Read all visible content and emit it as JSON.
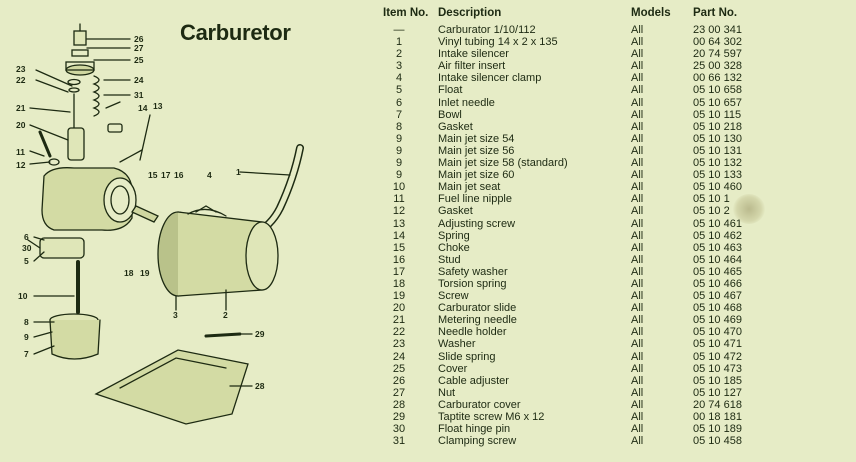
{
  "title": "Carburetor",
  "headers": {
    "item": "Item No.",
    "desc": "Description",
    "models": "Models",
    "part": "Part No."
  },
  "rows": [
    {
      "item": "—",
      "desc": "Carburator 1/10/112",
      "models": "All",
      "part": "23 00 341"
    },
    {
      "item": "1",
      "desc": "Vinyl tubing 14 x 2 x 135",
      "models": "All",
      "part": "00 64 302"
    },
    {
      "item": "2",
      "desc": "Intake silencer",
      "models": "All",
      "part": "20 74 597"
    },
    {
      "item": "3",
      "desc": "Air filter insert",
      "models": "All",
      "part": "25 00 328"
    },
    {
      "item": "4",
      "desc": "Intake silencer clamp",
      "models": "All",
      "part": "00 66 132"
    },
    {
      "item": "5",
      "desc": "Float",
      "models": "All",
      "part": "05 10 658"
    },
    {
      "item": "6",
      "desc": "Inlet needle",
      "models": "All",
      "part": "05 10 657"
    },
    {
      "item": "7",
      "desc": "Bowl",
      "models": "All",
      "part": "05 10 115"
    },
    {
      "item": "8",
      "desc": "Gasket",
      "models": "All",
      "part": "05 10 218"
    },
    {
      "item": "9",
      "desc": "Main jet size 54",
      "models": "All",
      "part": "05 10 130"
    },
    {
      "item": "9",
      "desc": "Main jet size 56",
      "models": "All",
      "part": "05 10 131"
    },
    {
      "item": "9",
      "desc": "Main jet size 58 (standard)",
      "models": "All",
      "part": "05 10 132"
    },
    {
      "item": "9",
      "desc": "Main jet size 60",
      "models": "All",
      "part": "05 10 133"
    },
    {
      "item": "10",
      "desc": "Main jet seat",
      "models": "All",
      "part": "05 10 460"
    },
    {
      "item": "11",
      "desc": "Fuel line nipple",
      "models": "All",
      "part": "05 10 1"
    },
    {
      "item": "12",
      "desc": "Gasket",
      "models": "All",
      "part": "05 10 2"
    },
    {
      "item": "13",
      "desc": "Adjusting screw",
      "models": "All",
      "part": "05 10 461"
    },
    {
      "item": "14",
      "desc": "Spring",
      "models": "All",
      "part": "05 10 462"
    },
    {
      "item": "15",
      "desc": "Choke",
      "models": "All",
      "part": "05 10 463"
    },
    {
      "item": "16",
      "desc": "Stud",
      "models": "All",
      "part": "05 10 464"
    },
    {
      "item": "17",
      "desc": "Safety washer",
      "models": "All",
      "part": "05 10 465"
    },
    {
      "item": "18",
      "desc": "Torsion spring",
      "models": "All",
      "part": "05 10 466"
    },
    {
      "item": "19",
      "desc": "Screw",
      "models": "All",
      "part": "05 10 467"
    },
    {
      "item": "20",
      "desc": "Carburator slide",
      "models": "All",
      "part": "05 10 468"
    },
    {
      "item": "21",
      "desc": "Metering needle",
      "models": "All",
      "part": "05 10 469"
    },
    {
      "item": "22",
      "desc": "Needle holder",
      "models": "All",
      "part": "05 10 470"
    },
    {
      "item": "23",
      "desc": "Washer",
      "models": "All",
      "part": "05 10 471"
    },
    {
      "item": "24",
      "desc": "Slide spring",
      "models": "All",
      "part": "05 10 472"
    },
    {
      "item": "25",
      "desc": "Cover",
      "models": "All",
      "part": "05 10 473"
    },
    {
      "item": "26",
      "desc": "Cable adjuster",
      "models": "All",
      "part": "05 10 185"
    },
    {
      "item": "27",
      "desc": "Nut",
      "models": "All",
      "part": "05 10 127"
    },
    {
      "item": "28",
      "desc": "Carburator cover",
      "models": "All",
      "part": "20 74 618"
    },
    {
      "item": "29",
      "desc": "Taptite screw M6 x 12",
      "models": "All",
      "part": "00 18 181"
    },
    {
      "item": "30",
      "desc": "Float hinge pin",
      "models": "All",
      "part": "05 10 189"
    },
    {
      "item": "31",
      "desc": "Clamping screw",
      "models": "All",
      "part": "05 10 458"
    }
  ],
  "callouts": [
    "26",
    "27",
    "25",
    "23",
    "22",
    "24",
    "31",
    "21",
    "14",
    "13",
    "20",
    "11",
    "12",
    "15",
    "17",
    "16",
    "4",
    "1",
    "6",
    "30",
    "5",
    "18",
    "19",
    "10",
    "3",
    "2",
    "8",
    "9",
    "7",
    "29",
    "28"
  ]
}
